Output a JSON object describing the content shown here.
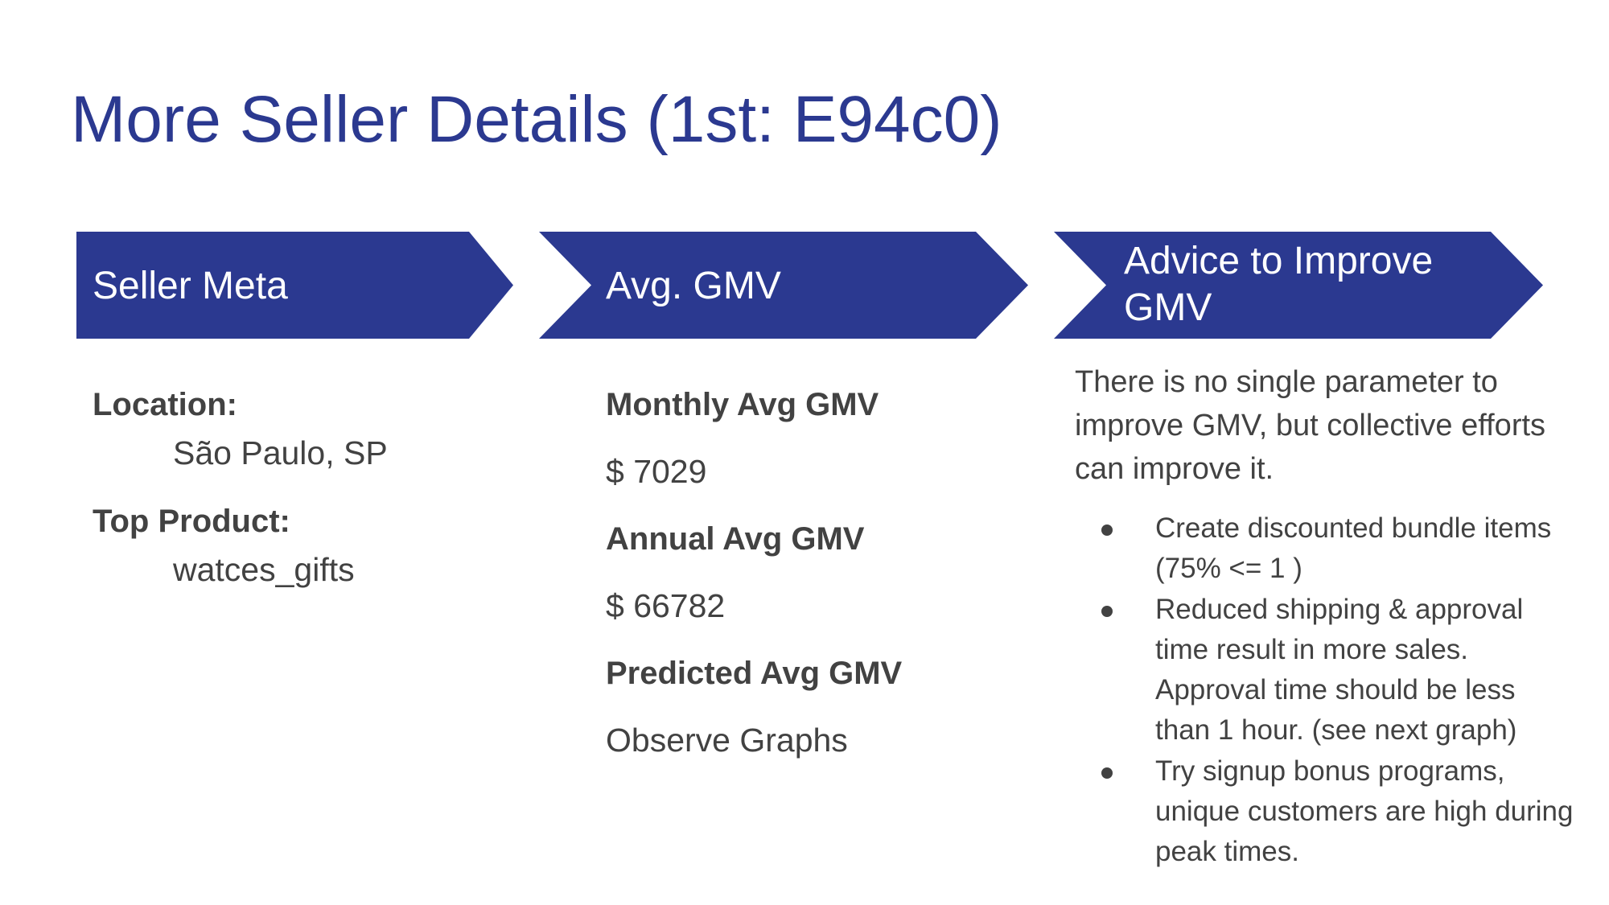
{
  "slide": {
    "title": "More Seller Details (1st: E94c0)"
  },
  "chevrons": {
    "seller_meta": "Seller Meta",
    "avg_gmv": "Avg. GMV",
    "advice": "Advice to Improve GMV"
  },
  "seller_meta": {
    "location_label": "Location:",
    "location_value": "São Paulo, SP",
    "top_product_label": "Top Product:",
    "top_product_value": "watces_gifts"
  },
  "avg_gmv": {
    "monthly_label": "Monthly Avg GMV",
    "monthly_value": "$ 7029",
    "annual_label": "Annual Avg GMV",
    "annual_value": "$ 66782",
    "predicted_label": "Predicted Avg GMV",
    "predicted_value": "Observe Graphs"
  },
  "advice": {
    "intro": "There is no single parameter to improve GMV, but collective efforts can improve it.",
    "items": [
      "Create discounted bundle items (75% <= 1 )",
      "Reduced shipping & approval time result in more sales. Approval time should be less than 1 hour. (see next graph)",
      "Try signup bonus programs, unique customers are high during peak times."
    ]
  },
  "colors": {
    "accent": "#2b3990",
    "text": "#424242",
    "background": "#ffffff"
  }
}
